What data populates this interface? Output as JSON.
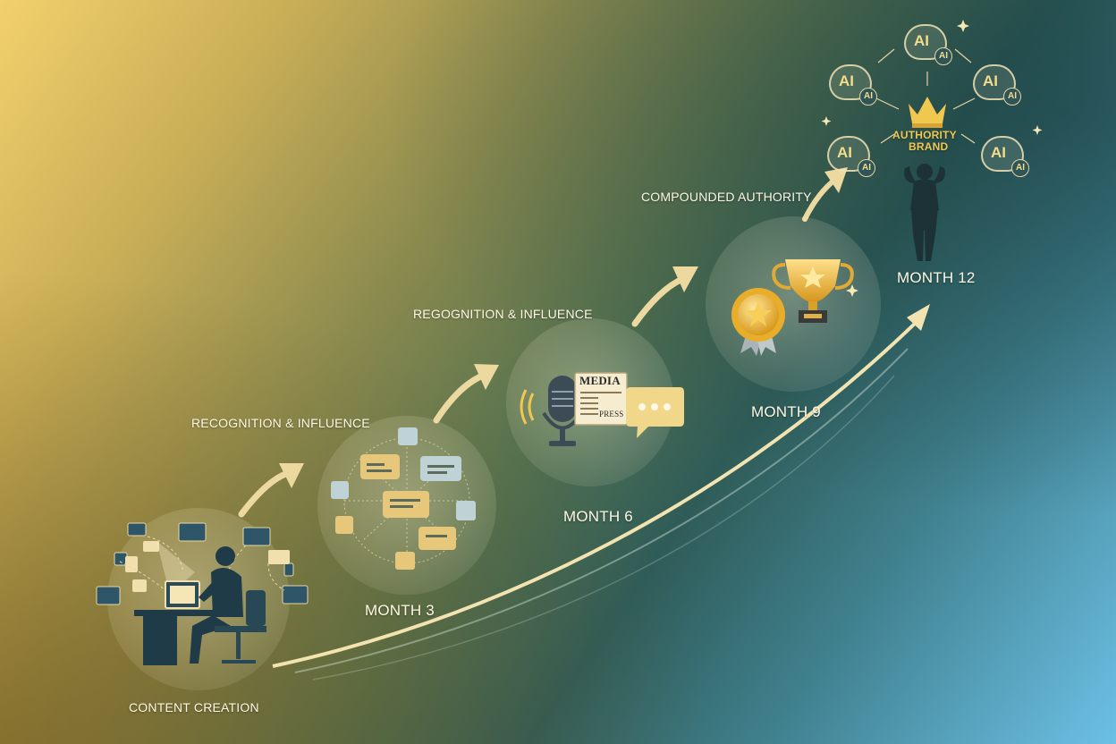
{
  "stages": {
    "start_label": "CONTENT CREATION",
    "stage1_caption": "RECOGNITION & INFLUENCE",
    "stage1_month": "MONTH 3",
    "stage2_caption": "REGOGNITION & INFLUENCE",
    "stage2_month": "MONTH 6",
    "stage3_month": "MONTH 9",
    "stage4_caption": "COMPOUNDED AUTHORITY",
    "stage4_month": "MONTH 12"
  },
  "stage2_media": {
    "newspaper_title": "MEDIA",
    "newspaper_stamp": "PRESS"
  },
  "ai_network": {
    "node_label": "AI",
    "badge_label": "AI",
    "center_line1": "AUTHORITY",
    "center_line2": "BRAND"
  },
  "colors": {
    "accent_gold": "#f0c850",
    "label_cream": "#fff8e4",
    "arrow_cream": "#f3e3b0",
    "figure_dark": "#1c3236"
  }
}
